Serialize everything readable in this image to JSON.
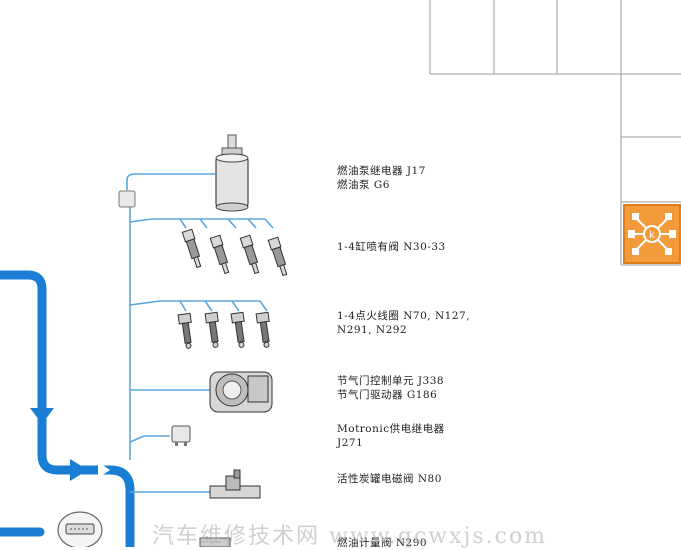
{
  "components": [
    {
      "id": "fuel-pump",
      "lines": [
        "燃油泵继电器 J17",
        "燃油泵 G6"
      ]
    },
    {
      "id": "injectors",
      "lines": [
        "1-4缸喷有阀 N30-33"
      ]
    },
    {
      "id": "ignition-coils",
      "lines": [
        "1-4点火线圈 N70, N127,",
        "N291, N292"
      ]
    },
    {
      "id": "throttle",
      "lines": [
        "节气门控制单元 J338",
        "节气门驱动器 G186"
      ]
    },
    {
      "id": "motronic-relay",
      "lines": [
        "Motronic供电继电器",
        "J271"
      ]
    },
    {
      "id": "evap-valve",
      "lines": [
        "活性炭罐电磁阀 N80"
      ]
    },
    {
      "id": "fuel-metering",
      "lines": [
        "燃油计量阀 N290"
      ]
    }
  ],
  "watermark": "汽车维修技术网 www.qcwxjs.com",
  "colors": {
    "bus": "#1a7fd4",
    "wire": "#5aa6df",
    "nav_button": "#f39a3a"
  },
  "icons": [
    "fuel-pump-icon",
    "injector-icon",
    "ignition-coil-icon",
    "throttle-body-icon",
    "relay-icon",
    "solenoid-valve-icon",
    "obd-connector-icon",
    "network-nav-icon"
  ]
}
